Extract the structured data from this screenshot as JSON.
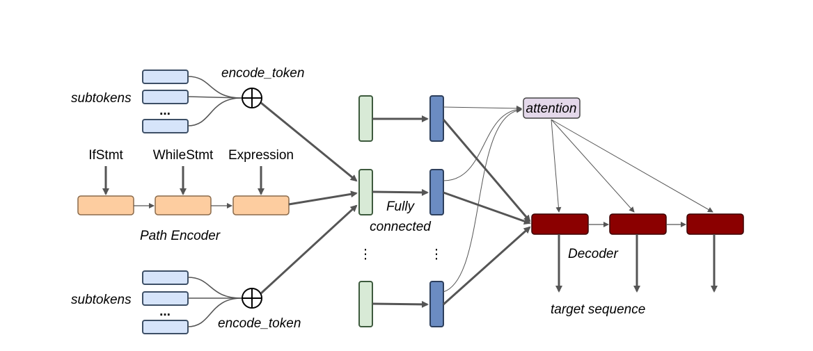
{
  "labels": {
    "subtokens_top": "subtokens",
    "subtokens_bottom": "subtokens",
    "encode_token_top": "encode_token",
    "encode_token_bottom": "encode_token",
    "ellipsis_top": "...",
    "ellipsis_bottom": "...",
    "ifstmt": "IfStmt",
    "whilestmt": "WhileStmt",
    "expression": "Expression",
    "path_encoder": "Path Encoder",
    "fully": "Fully",
    "connected": "connected",
    "attention": "attention",
    "decoder": "Decoder",
    "target_sequence": "target sequence",
    "vdots_left": "⋮",
    "vdots_right": "⋮"
  },
  "colors": {
    "subtoken_fill": "#d6e4fa",
    "subtoken_stroke": "#3d4f66",
    "path_fill": "#fdcda0",
    "path_stroke": "#8a6a4a",
    "context_fill": "#d8ead6",
    "context_stroke": "#3d5a3d",
    "fc_fill": "#6b8cc2",
    "fc_stroke": "#2d3f5c",
    "attention_fill": "#e4d8ea",
    "attention_stroke": "#444444",
    "decoder_fill": "#8b0000",
    "decoder_stroke": "#3a0000",
    "arrow": "#555555"
  }
}
